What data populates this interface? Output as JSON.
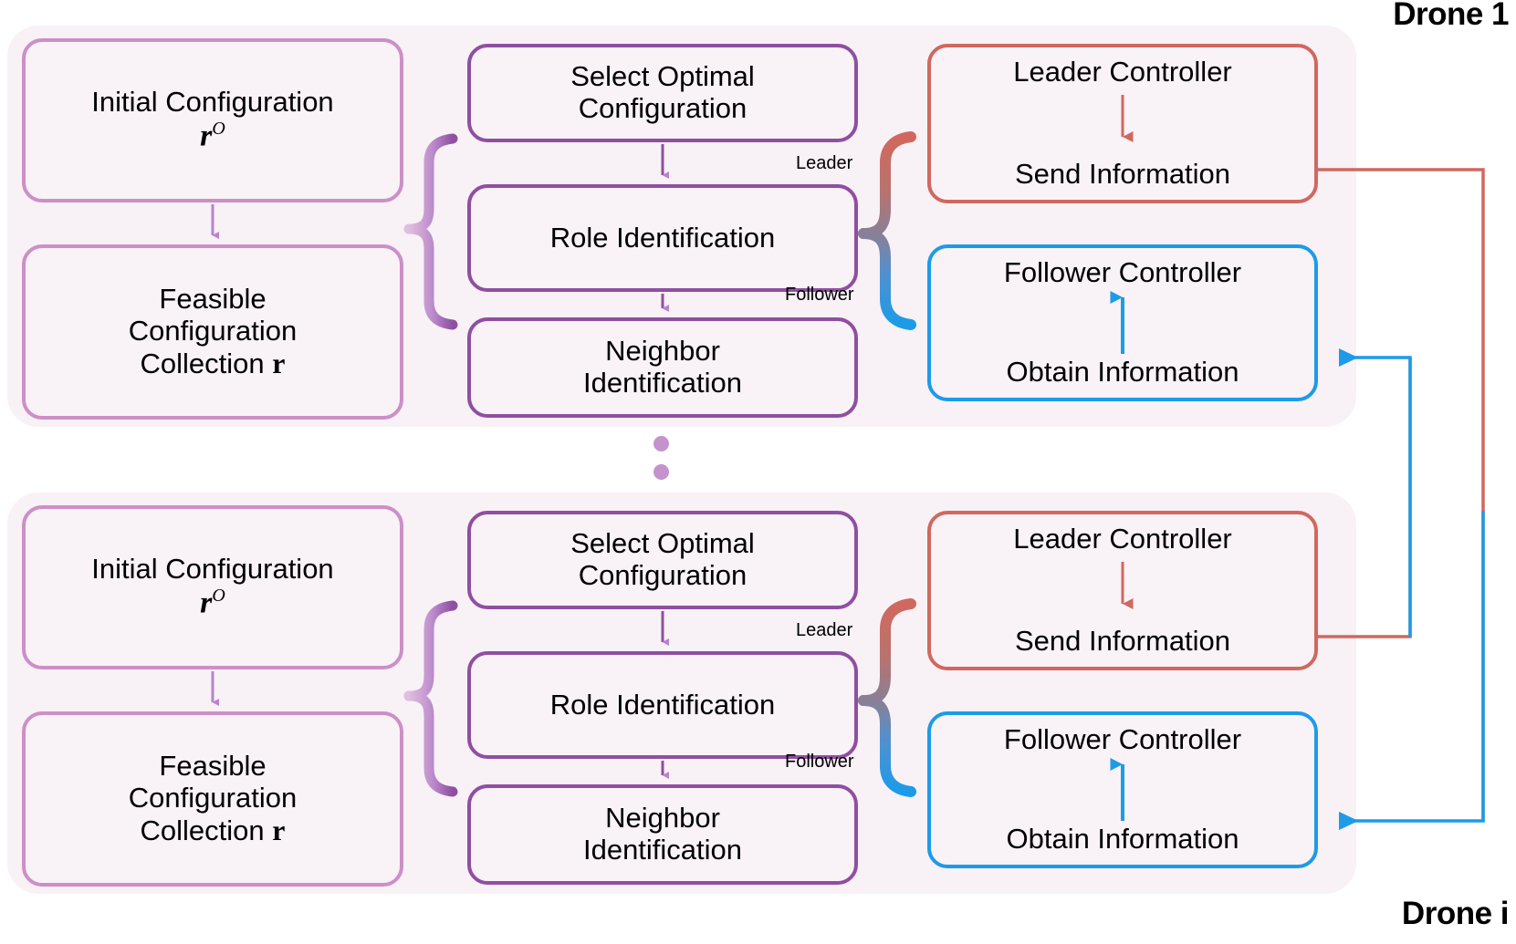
{
  "diagram": {
    "title_drone_1": "Drone 1",
    "title_drone_i": "Drone i",
    "panel_bg": "#F8F1F6",
    "colors": {
      "left_box": "#CC8FC6",
      "mid_box": "#8F4FA0",
      "leader_red": "#D0685F",
      "follower_blue": "#1C9BE8",
      "arrow_purple": "#B884C8",
      "dots": "#C492CD"
    }
  },
  "drones": [
    {
      "id": "drone-1",
      "label": "Drone 1",
      "left_column": [
        {
          "name": "initial-configuration",
          "lines": [
            "Initial Configuration"
          ],
          "math": "r",
          "math_sup": "O"
        },
        {
          "name": "feasible-configuration-collection",
          "lines": [
            "Feasible",
            "Configuration",
            "Collection"
          ],
          "vector": "r"
        }
      ],
      "mid_column": [
        {
          "name": "select-optimal-configuration",
          "lines": [
            "Select Optimal",
            "Configuration"
          ]
        },
        {
          "name": "role-identification",
          "lines": [
            "Role Identification"
          ]
        },
        {
          "name": "neighbor-identification",
          "lines": [
            "Neighbor",
            "Identification"
          ]
        }
      ],
      "branch_labels": {
        "leader": "Leader",
        "follower": "Follower"
      },
      "right_column": [
        {
          "name": "leader-controller",
          "top": "Leader Controller",
          "bottom": "Send Information",
          "arrow": "down",
          "color": "#D0685F"
        },
        {
          "name": "follower-controller",
          "top": "Follower Controller",
          "bottom": "Obtain Information",
          "arrow": "up",
          "color": "#1C9BE8"
        }
      ]
    },
    {
      "id": "drone-i",
      "label": "Drone i",
      "left_column": [
        {
          "name": "initial-configuration",
          "lines": [
            "Initial Configuration"
          ],
          "math": "r",
          "math_sup": "O"
        },
        {
          "name": "feasible-configuration-collection",
          "lines": [
            "Feasible",
            "Configuration",
            "Collection"
          ],
          "vector": "r"
        }
      ],
      "mid_column": [
        {
          "name": "select-optimal-configuration",
          "lines": [
            "Select Optimal",
            "Configuration"
          ]
        },
        {
          "name": "role-identification",
          "lines": [
            "Role Identification"
          ]
        },
        {
          "name": "neighbor-identification",
          "lines": [
            "Neighbor",
            "Identification"
          ]
        }
      ],
      "branch_labels": {
        "leader": "Leader",
        "follower": "Follower"
      },
      "right_column": [
        {
          "name": "leader-controller",
          "top": "Leader Controller",
          "bottom": "Send Information",
          "arrow": "down",
          "color": "#D0685F"
        },
        {
          "name": "follower-controller",
          "top": "Follower Controller",
          "bottom": "Obtain Information",
          "arrow": "up",
          "color": "#1C9BE8"
        }
      ]
    }
  ],
  "text": {
    "initial_configuration": "Initial Configuration",
    "feasible_1": "Feasible",
    "feasible_2": "Configuration",
    "feasible_3": "Collection",
    "select_optimal_1": "Select Optimal",
    "select_optimal_2": "Configuration",
    "role_identification": "Role Identification",
    "neighbor_1": "Neighbor",
    "neighbor_2": "Identification",
    "leader_controller": "Leader Controller",
    "send_information": "Send Information",
    "follower_controller": "Follower Controller",
    "obtain_information": "Obtain Information",
    "leader": "Leader",
    "follower": "Follower",
    "math_r": "r",
    "math_sup_O": "O",
    "vec_r": "r"
  }
}
